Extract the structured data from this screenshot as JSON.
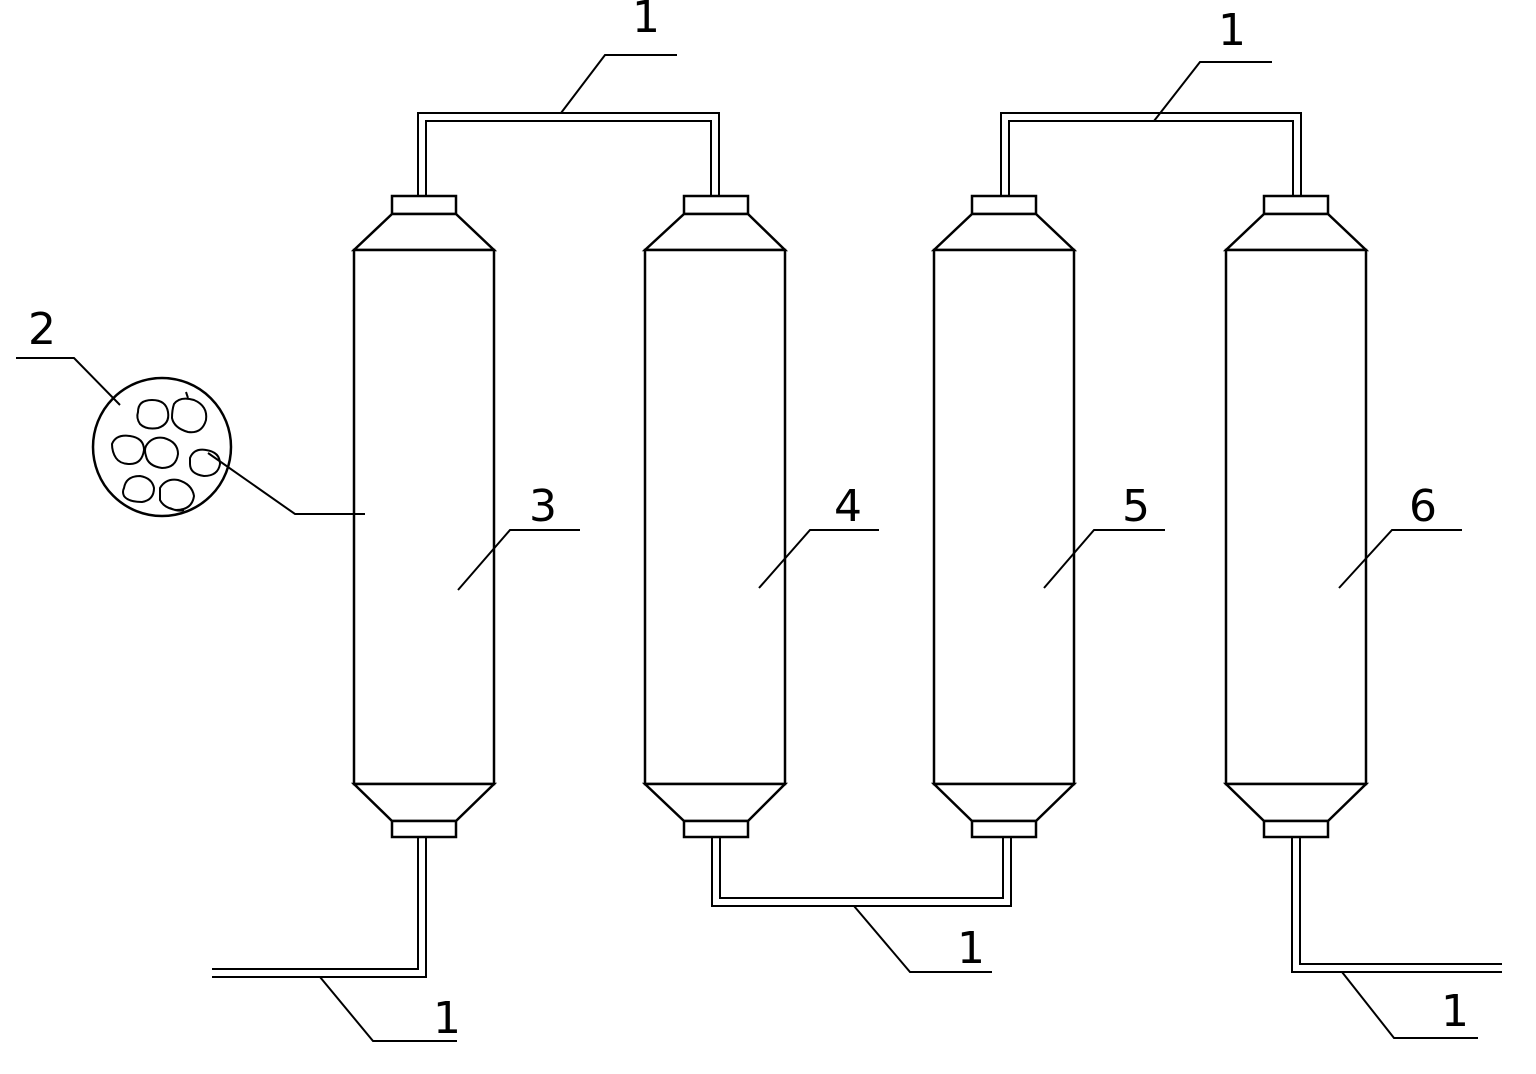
{
  "diagram": {
    "labels": {
      "pipe_top_left": "1",
      "pipe_top_right": "1",
      "pipe_bottom_middle": "1",
      "pipe_bottom_left": "1",
      "pipe_bottom_right": "1",
      "packing_detail": "2",
      "column_1": "3",
      "column_2": "4",
      "column_3": "5",
      "column_4": "6"
    }
  }
}
